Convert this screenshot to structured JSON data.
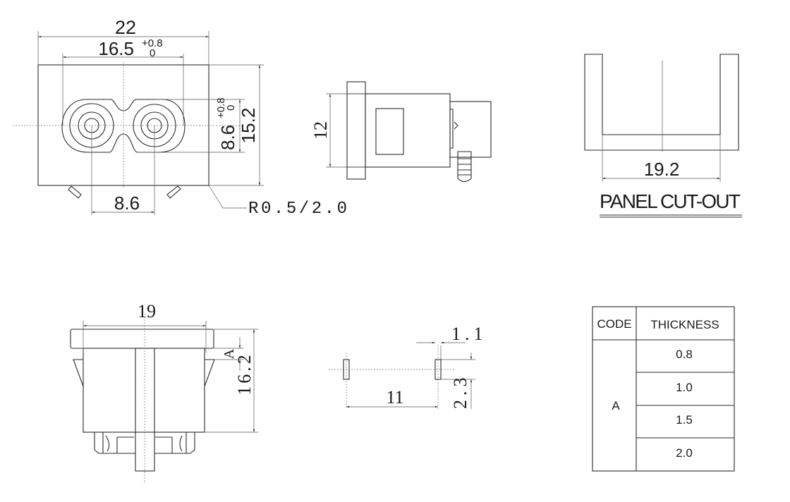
{
  "front_view": {
    "width": "22",
    "hole_span": "16.5",
    "hole_span_tol_upper": "+0.8",
    "hole_span_tol_lower": "0",
    "hole_height": "8.6",
    "hole_height_tol_upper": "+0.8",
    "hole_height_tol_lower": "0",
    "height": "15.2",
    "pin_pitch": "8.6",
    "radius_note": "R0.5/2.0"
  },
  "side_view": {
    "height": "12"
  },
  "panel_cutout": {
    "width": "19.2",
    "title": "PANEL CUT-OUT"
  },
  "bottom_view": {
    "width": "19",
    "panel_label": "A",
    "depth": "16.2"
  },
  "pin_detail": {
    "pin_width": "1.1",
    "pin_length": "2.3",
    "pin_spacing": "11"
  },
  "thickness_table": {
    "headers": [
      "CODE",
      "THICKNESS"
    ],
    "code": "A",
    "values": [
      "0.8",
      "1.0",
      "1.5",
      "2.0"
    ]
  }
}
